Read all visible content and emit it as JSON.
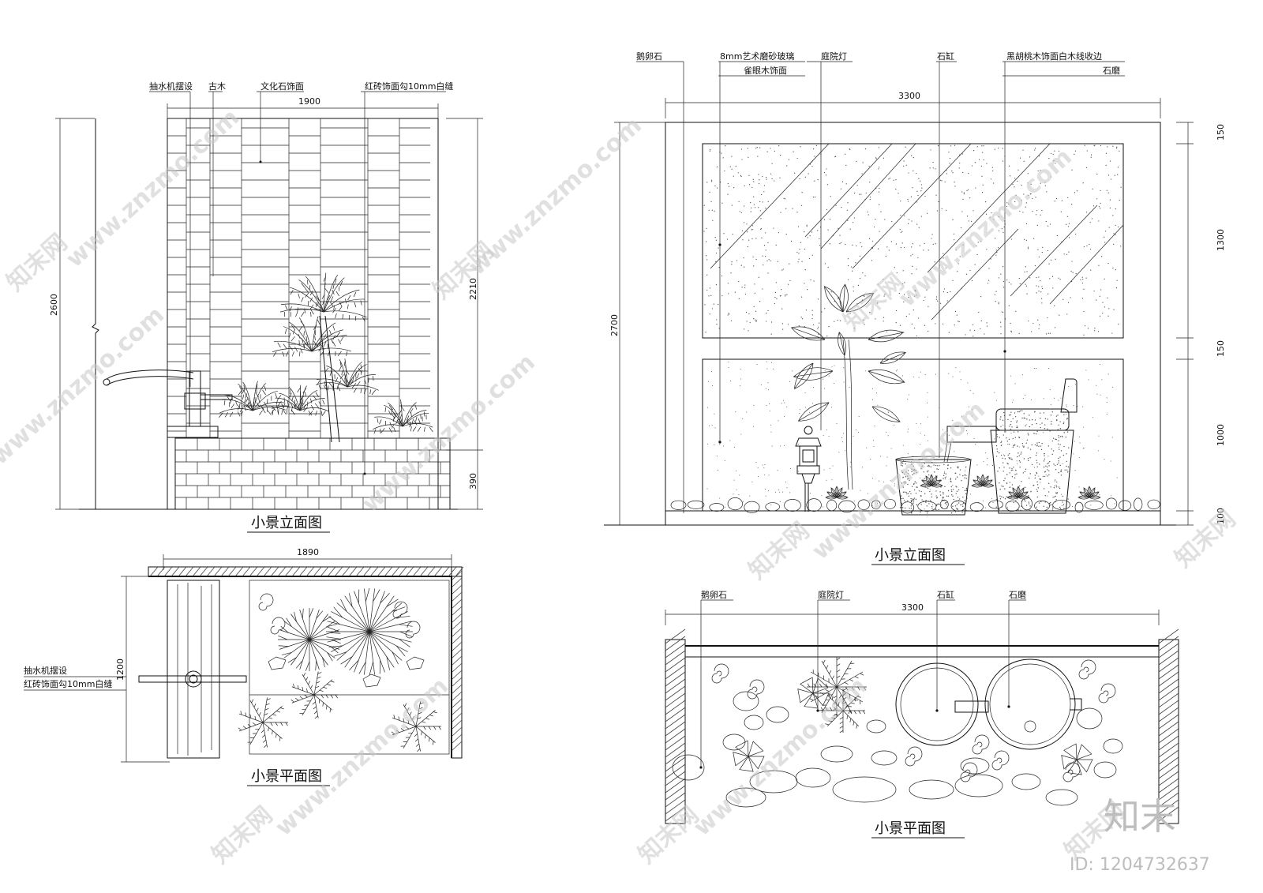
{
  "left_elevation": {
    "title": "小景立面图",
    "labels": {
      "pump": "抽水机摆设",
      "wood": "古木",
      "stone": "文化石饰面",
      "brick": "红砖饰面勾10mm白缝"
    },
    "dims": {
      "width": "1900",
      "height": "2600",
      "wall_height": "2210",
      "base_height": "390"
    }
  },
  "left_plan": {
    "title": "小景平面图",
    "labels": {
      "pump": "抽水机摆设",
      "brick": "红砖饰面勾10mm白缝"
    },
    "dims": {
      "width": "1890",
      "depth": "1200"
    }
  },
  "right_elevation": {
    "title": "小景立面图",
    "labels": {
      "pebble": "鹅卵石",
      "glass": "8mm艺术磨砂玻璃",
      "wood_panel": "雀眼木饰面",
      "lamp": "庭院灯",
      "jar": "石缸",
      "walnut": "黑胡桃木饰面白木线收边",
      "mill": "石磨"
    },
    "dims": {
      "width": "3300",
      "height": "2700",
      "d1": "150",
      "d2": "1300",
      "d3": "150",
      "d4": "1000",
      "d5": "100"
    }
  },
  "right_plan": {
    "title": "小景平面图",
    "labels": {
      "pebble": "鹅卵石",
      "lamp": "庭院灯",
      "jar": "石缸",
      "mill": "石磨"
    },
    "dims": {
      "width": "3300"
    }
  },
  "watermark": {
    "text": "www.znzmo.com",
    "brand": "知末网",
    "logo": "知末",
    "id": "ID: 1204732637"
  }
}
